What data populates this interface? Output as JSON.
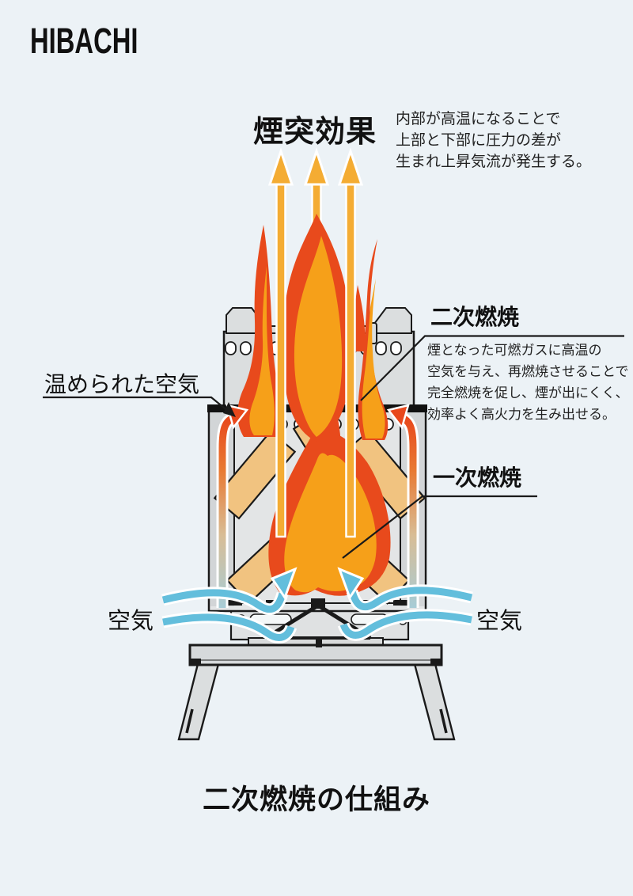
{
  "logo": {
    "text": "HIBACHI"
  },
  "chimney": {
    "title": "煙突効果",
    "desc": [
      "内部が高温になることで",
      "上部と下部に圧力の差が",
      "生まれ上昇気流が発生する。"
    ]
  },
  "secondary": {
    "title": "二次燃焼",
    "desc": [
      "煙となった可燃ガスに高温の",
      "空気を与え、再燃焼させることで",
      "完全燃焼を促し、煙が出にくく、",
      "効率よく高火力を生み出せる。"
    ]
  },
  "primary": {
    "title": "一次燃焼"
  },
  "labels": {
    "warmed_air": "温められた空気",
    "air_left": "空気",
    "air_right": "空気"
  },
  "caption": {
    "title": "二次燃焼の仕組み"
  },
  "colors": {
    "flame_red": "#E84A1C",
    "flame_orange": "#F6A019",
    "arrow_orange": "#F4AC33",
    "air_blue": "#63BEDC",
    "steel": "#DBDEDF",
    "wood": "#F1C380",
    "ink": "#1A1A1A",
    "background": "#ECF2F6"
  }
}
